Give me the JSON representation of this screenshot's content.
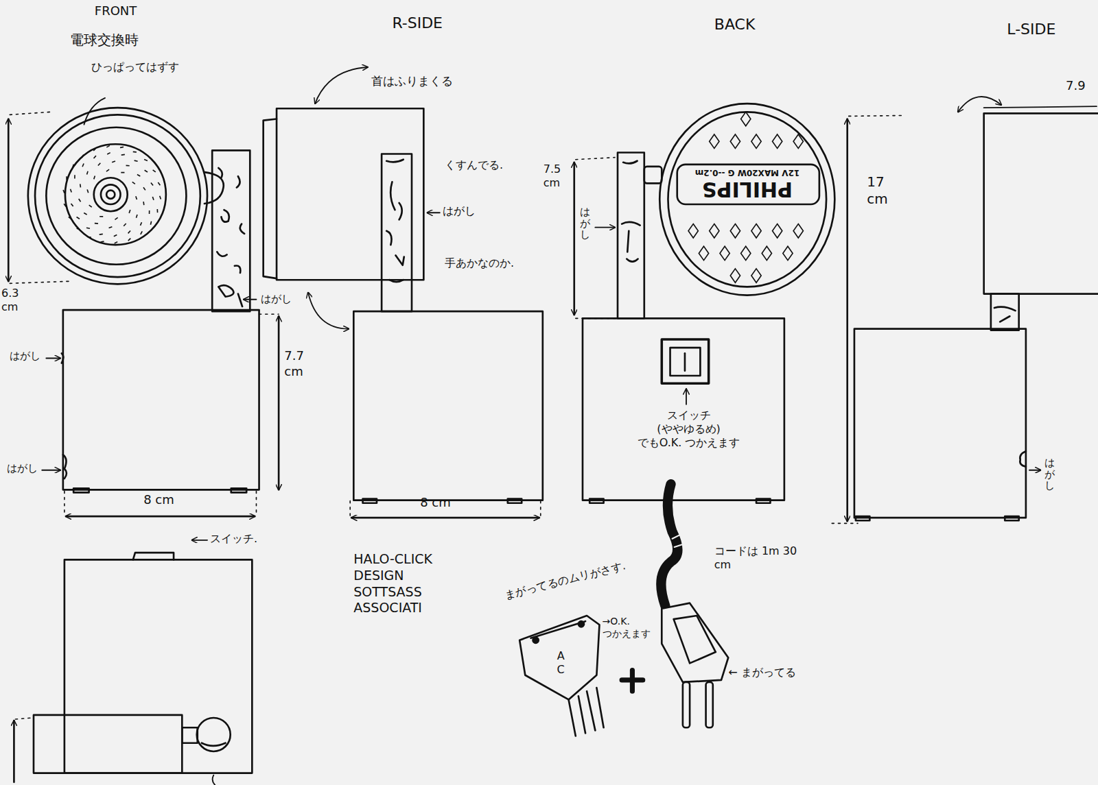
{
  "diagram": {
    "labels": [
      "FRONT",
      "電球交換時",
      "ひっぱってはずす",
      "6.3 cm",
      "はがし",
      "はがし",
      "はがし",
      "7.7 cm",
      "8 cm",
      "スイッチ.",
      "R-SIDE",
      "首はふりまくる",
      "くすんでる.",
      "はがし",
      "手あかなのか.",
      "8 cm",
      "HALO-CLICK DESIGN SOTTSASS ASSOCIATI",
      "BACK",
      "7.5 cm",
      "はがし",
      "PHILIPS",
      "12V MAX20W G --0.2m",
      "スイッチ (ややゆるめ) でもO.K. つかえます",
      "コードは 1m 30 cm",
      "まがってるのムリがさす.",
      "→O.K. つかえます",
      "A C",
      "← まがってる",
      "L-SIDE",
      "7.9",
      "17 cm",
      "はがし"
    ]
  }
}
